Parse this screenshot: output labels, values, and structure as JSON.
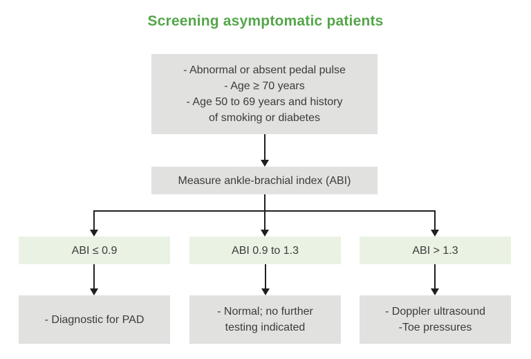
{
  "title": {
    "text": "Screening asymptomatic patients",
    "color": "#54a649"
  },
  "colors": {
    "title_green": "#54a649",
    "box_gray": "#e1e1e0",
    "box_light_green": "#e9f2e3",
    "line_black": "#1f1f1f",
    "text_dark": "#3b3b3b"
  },
  "flowchart": {
    "criteria_box": {
      "lines": [
        "- Abnormal or absent pedal pulse",
        "- Age ≥ 70 years",
        "- Age 50 to 69 years and history",
        "of smoking or diabetes"
      ]
    },
    "measure_box": {
      "text": "Measure ankle-brachial index (ABI)"
    },
    "branches": [
      {
        "condition": "ABI ≤ 0.9",
        "result_lines": [
          "- Diagnostic for PAD",
          ""
        ]
      },
      {
        "condition": "ABI 0.9 to 1.3",
        "result_lines": [
          "- Normal; no further",
          "testing indicated"
        ]
      },
      {
        "condition": "ABI > 1.3",
        "result_lines": [
          "- Doppler ultrasound",
          "-Toe pressures"
        ]
      }
    ]
  }
}
